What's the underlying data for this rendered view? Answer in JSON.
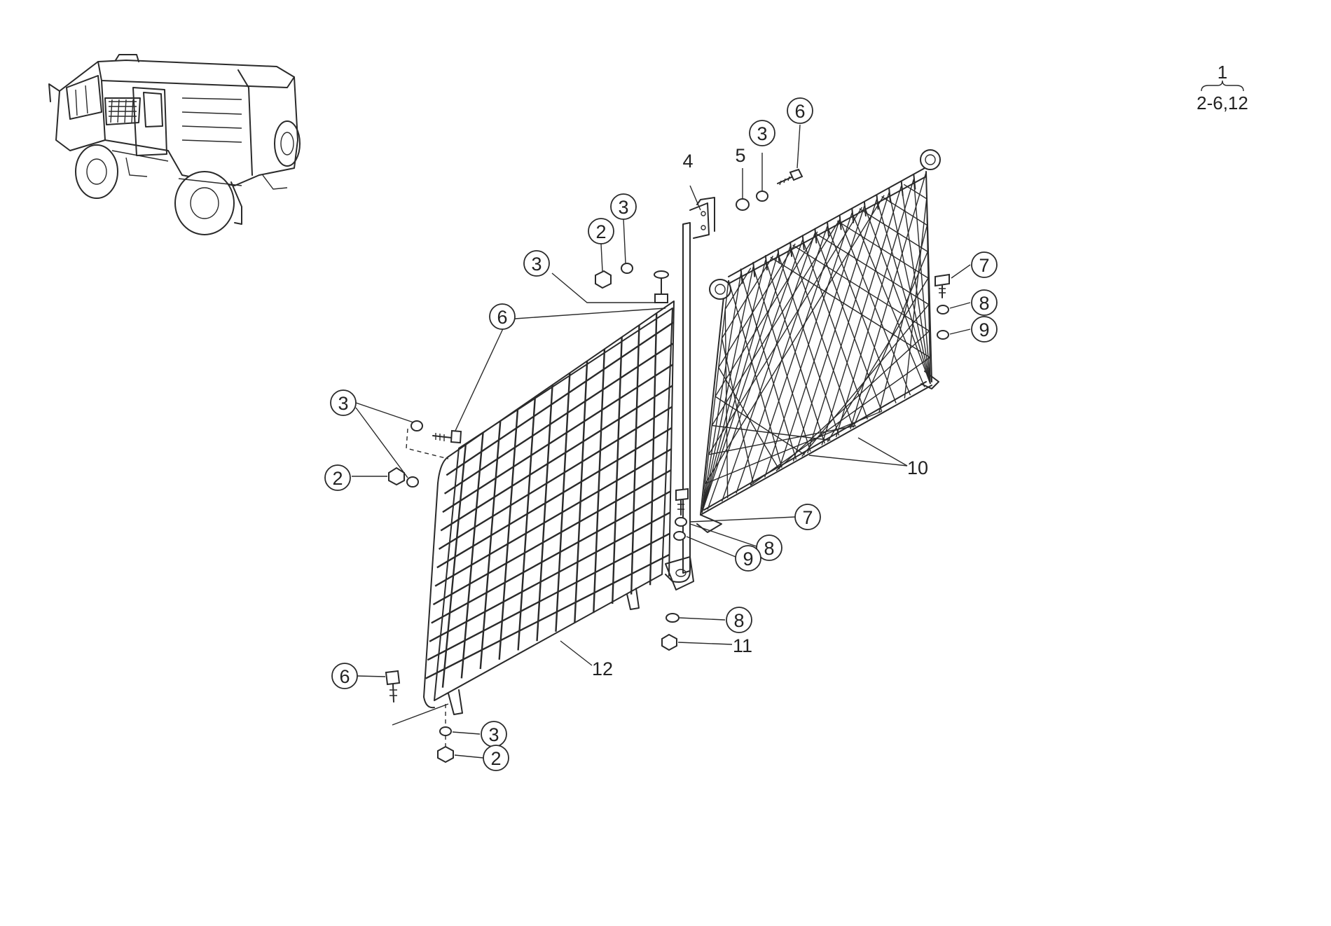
{
  "group_note": {
    "assembly": "1",
    "components": "2-6,12"
  },
  "callouts": [
    {
      "id": "c-2-nut-top",
      "label": "2"
    },
    {
      "id": "c-3-washer-top",
      "label": "3"
    },
    {
      "id": "c-3-bolt-top",
      "label": "3"
    },
    {
      "id": "c-4-bracket",
      "label": "4"
    },
    {
      "id": "c-5-spacer",
      "label": "5"
    },
    {
      "id": "c-3-washer-right",
      "label": "3"
    },
    {
      "id": "c-6-bolt-top",
      "label": "6"
    },
    {
      "id": "c-6-frame-upper",
      "label": "6"
    },
    {
      "id": "c-3-washers-left",
      "label": "3"
    },
    {
      "id": "c-2-nut-left",
      "label": "2"
    },
    {
      "id": "c-7-bolt-right",
      "label": "7"
    },
    {
      "id": "c-8-washer-right",
      "label": "8"
    },
    {
      "id": "c-9-washer-right",
      "label": "9"
    },
    {
      "id": "c-10-net",
      "label": "10"
    },
    {
      "id": "c-7-bolt-center",
      "label": "7"
    },
    {
      "id": "c-8-washer-center",
      "label": "8"
    },
    {
      "id": "c-9-washer-center",
      "label": "9"
    },
    {
      "id": "c-8-washer-lower",
      "label": "8"
    },
    {
      "id": "c-11-nut-lower",
      "label": "11"
    },
    {
      "id": "c-12-grille",
      "label": "12"
    },
    {
      "id": "c-6-bolt-bottom",
      "label": "6"
    },
    {
      "id": "c-3-washer-bottom",
      "label": "3"
    },
    {
      "id": "c-2-nut-bottom",
      "label": "2"
    }
  ]
}
